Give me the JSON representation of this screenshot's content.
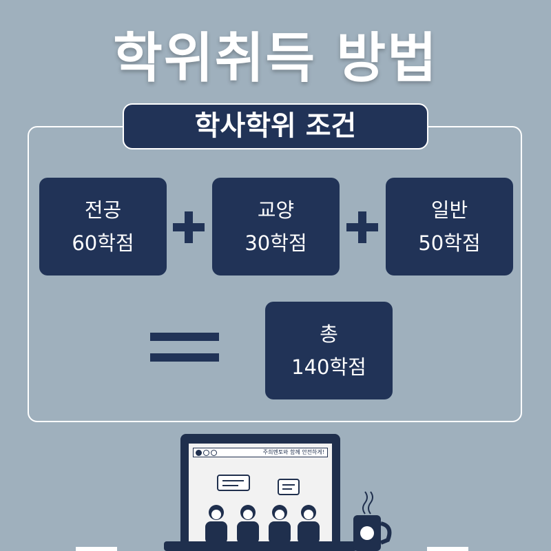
{
  "title": "학위취득 방법",
  "panel_title": "학사학위 조건",
  "boxes": [
    {
      "line1": "전공",
      "line2": "60학점"
    },
    {
      "line1": "교양",
      "line2": "30학점"
    },
    {
      "line1": "일반",
      "line2": "50학점"
    }
  ],
  "total": {
    "line1": "총",
    "line2": "140학점"
  },
  "laptop": {
    "screen_text": "주희멘토와 함께 안전하게!"
  },
  "colors": {
    "background": "#9fb0bd",
    "navy": "#213357",
    "white": "#ffffff"
  }
}
